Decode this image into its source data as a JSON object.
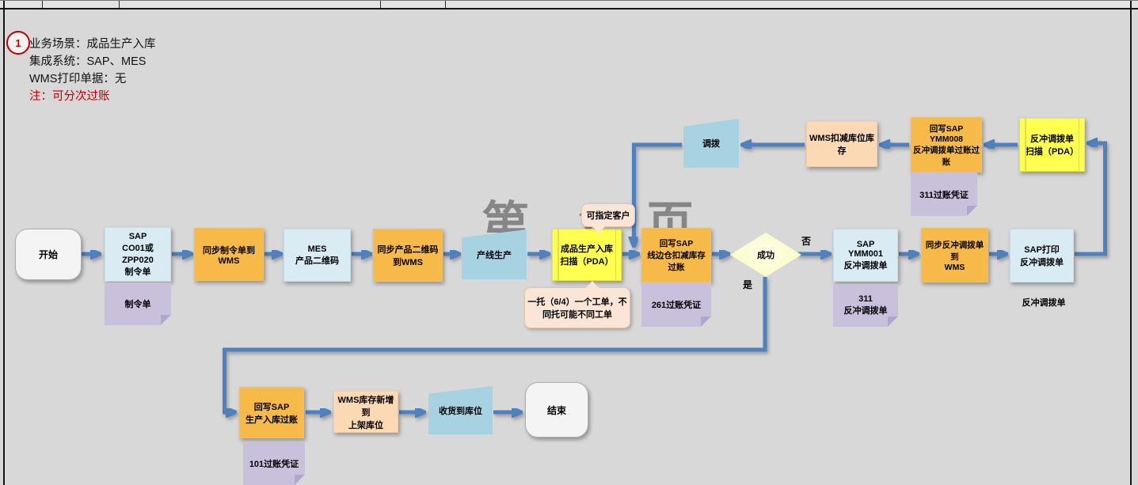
{
  "sheet": {
    "watermark": "第 1 页"
  },
  "info": {
    "badge": "1",
    "scenario": "业务场景：成品生产入库",
    "systems": "集成系统：SAP、MES",
    "print_doc": "WMS打印单据：无",
    "note": "注：可分次过账"
  },
  "flow": {
    "start": "开始",
    "sap_order": "SAP\nCO01或\nZPP020\n制令单",
    "sap_order_note": "制令单",
    "sync_order": "同步制令单到\nWMS",
    "mes_qr": "MES\n产品二维码",
    "sync_qr": "同步产品二维码\n到WMS",
    "production": "产线生产",
    "scan_pda": "成品生产入库\n扫描（PDA）",
    "pallet_callout": "一托（6/4）一个工单，不\n同托可能不同工单",
    "wb_line": "回写SAP\n线边仓扣减库存过账",
    "doc_261": "261过账凭证",
    "decision": "成功",
    "no": "否",
    "yes": "是",
    "sap_ymm001": "SAP\nYMM001\n反冲调拨单",
    "doc_311_order": "311\n反冲调拨单",
    "sync_transfer": "同步反冲调拨单到\nWMS",
    "sap_print": "SAP打印\n反冲调拨单",
    "transfer_doc_text": "反冲调拨单",
    "transfer": "调拨",
    "wms_deduct": "WMS扣减库位库存",
    "wb_ymm008": "回写SAP\nYMM008\n反冲调拨单过账过账",
    "doc_311": "311过账凭证",
    "scan_transfer": "反冲调拨单\n扫描（PDA）",
    "customer_callout": "可指定客户",
    "wb_prod": "回写SAP\n生产入库过账",
    "doc_101": "101过账凭证",
    "wms_add": "WMS库存新增到\n上架库位",
    "receive": "收货到库位",
    "end": "结束"
  },
  "colors": {
    "arrow": "#4E81BD",
    "process_orange": "#F7BA48",
    "process_blue": "#D9ECF4",
    "process_peach": "#FBD9B5",
    "note_purple": "#C9C0DC",
    "predefined_yellow": "#FFFF4F",
    "manual_blue": "#A7D2E2",
    "decision_yellow": "#FCFCCE",
    "callout_peach": "#FBE5D6",
    "annotation_red": "#C00000",
    "watermark_gray": "#787878",
    "background": "#D8D8D8"
  }
}
